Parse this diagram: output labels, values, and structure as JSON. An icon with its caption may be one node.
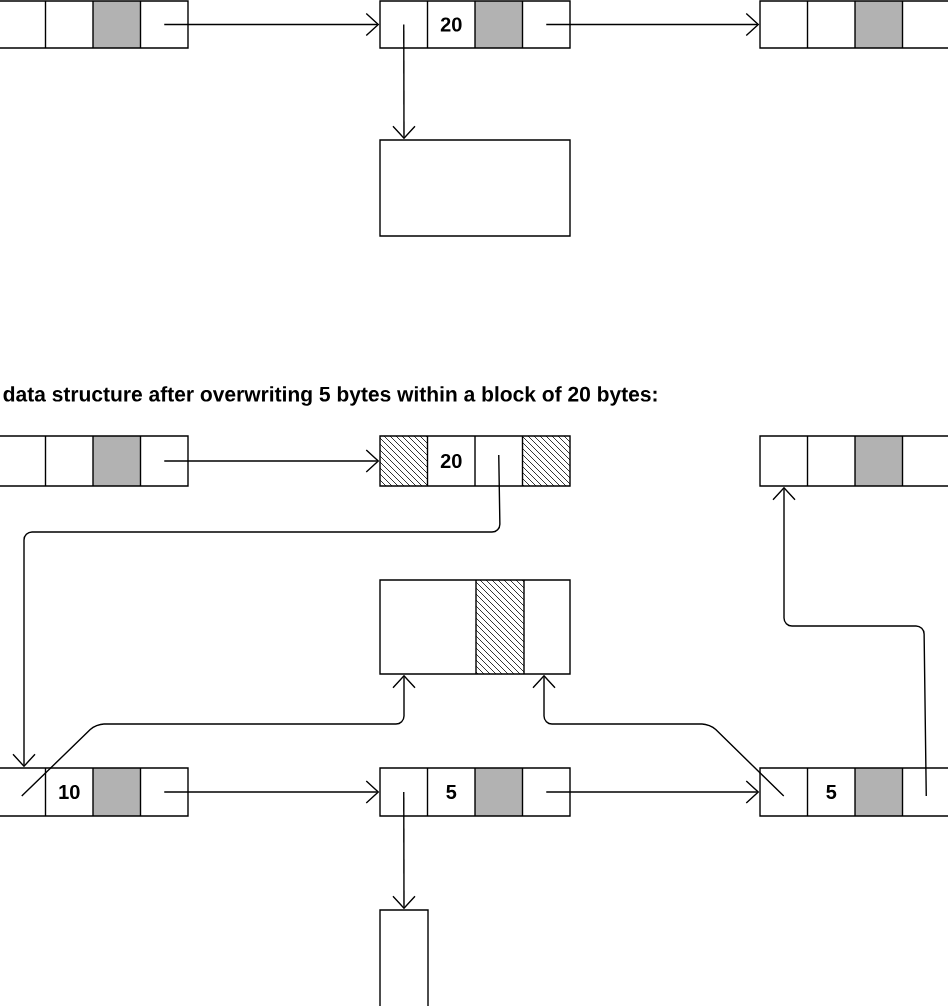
{
  "diagram": {
    "nodes": [
      {
        "text": [],
        "shape": "box"
      },
      {
        "text": [
          "20"
        ]
      },
      {
        "text": [],
        "shape": "box"
      },
      {
        "text": [],
        "shape": "box"
      },
      {
        "text": [],
        "shape": "box"
      },
      {
        "text": [
          "20"
        ]
      },
      {
        "text": [],
        "shape": "box"
      },
      {
        "text": [],
        "shape": "box"
      },
      {
        "text": [
          "10"
        ]
      },
      {
        "text": [
          "5"
        ]
      },
      {
        "text": [
          "5"
        ]
      },
      {
        "text": [],
        "shape": "box"
      }
    ],
    "edges": [
      {
        "from": 0,
        "to": 1,
        "arrow": "to"
      },
      {
        "from": 1,
        "to": 2,
        "arrow": "to"
      },
      {
        "from": 1,
        "to": 3,
        "arrow": "to"
      },
      {
        "from": 4,
        "to": 5,
        "arrow": "to"
      },
      {
        "from": 5,
        "to": 8,
        "arrow": "to"
      },
      {
        "from": 8,
        "to": 7,
        "arrow": "to"
      },
      {
        "from": 10,
        "to": 7,
        "arrow": "to"
      },
      {
        "from": 10,
        "to": 6,
        "arrow": "to"
      },
      {
        "from": 8,
        "to": 9,
        "arrow": "to"
      },
      {
        "from": 9,
        "to": 10,
        "arrow": "to"
      },
      {
        "from": 9,
        "to": 11,
        "arrow": "to"
      }
    ],
    "labels": [
      "data structure after overwriting 5 bytes within a block of 20 bytes:"
    ]
  }
}
